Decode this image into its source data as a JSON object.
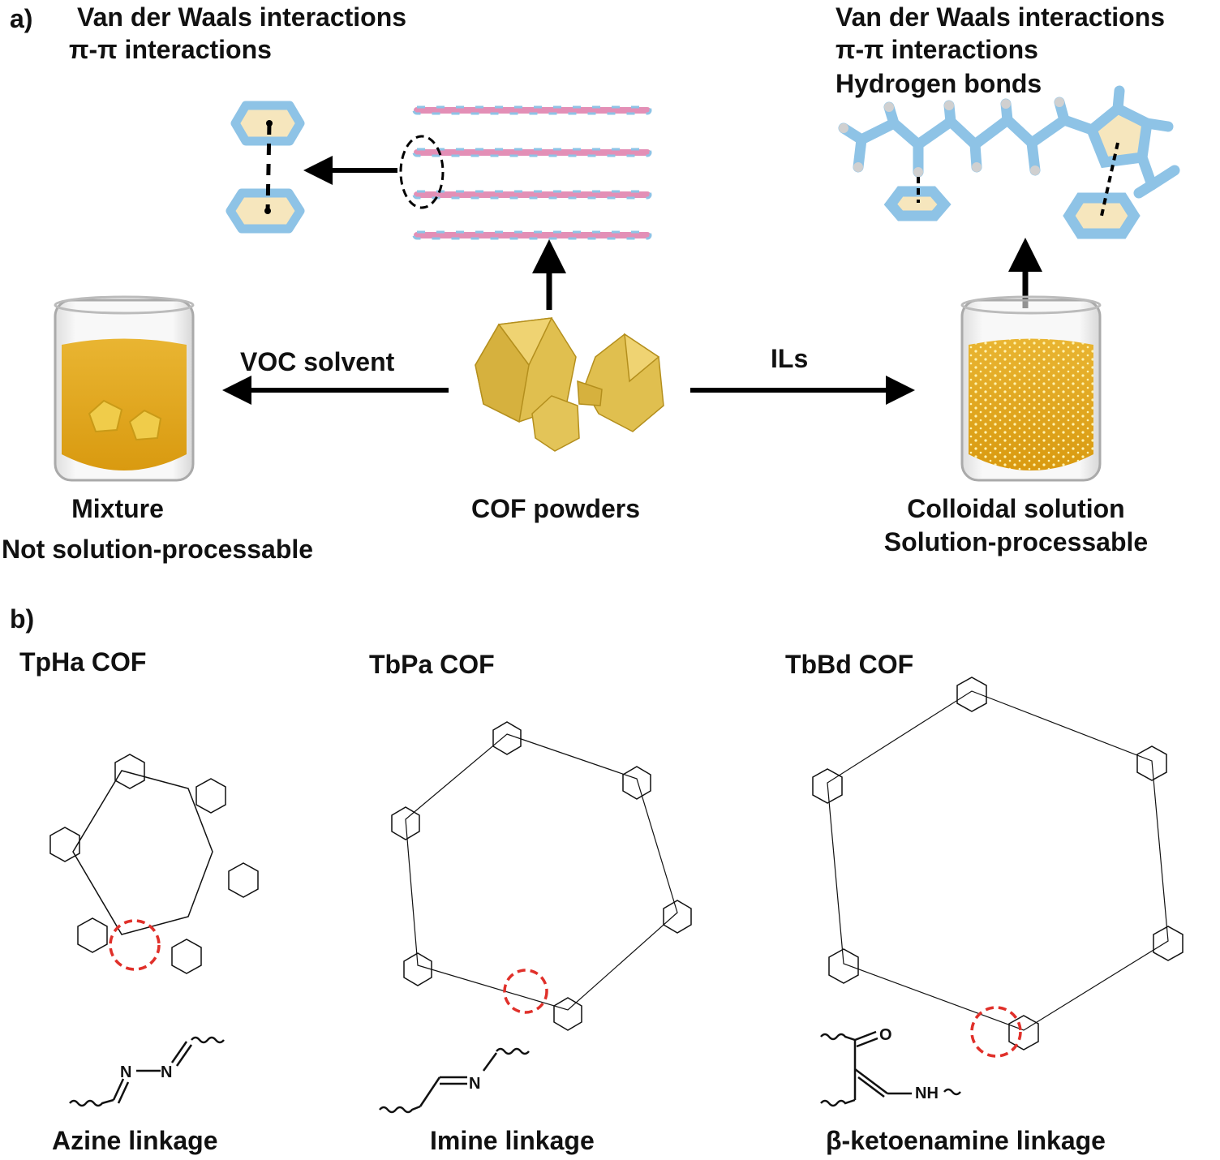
{
  "panel_a": {
    "label": "a)",
    "left_interactions": [
      "Van der Waals interactions",
      "π-π interactions"
    ],
    "right_interactions": [
      "Van der Waals interactions",
      "π-π interactions",
      "Hydrogen bonds"
    ],
    "left_arrow_label": "VOC solvent",
    "right_arrow_label": "ILs",
    "left_caption": [
      "Mixture",
      "Not solution-processable"
    ],
    "center_caption": "COF powders",
    "right_caption": [
      "Colloidal solution",
      "Solution-processable"
    ]
  },
  "panel_b": {
    "label": "b)",
    "cofs": [
      {
        "name": "TpHa COF",
        "linkage": "Azine linkage",
        "atom_labels": [
          "N",
          "N"
        ]
      },
      {
        "name": "TbPa COF",
        "linkage": "Imine linkage",
        "atom_labels": [
          "N"
        ]
      },
      {
        "name": "TbBd COF",
        "linkage": "β-ketoenamine linkage",
        "atom_labels": [
          "O",
          "NH"
        ]
      }
    ]
  },
  "colors": {
    "ring_blue": "#8ec3e6",
    "ring_fill": "#f6e6bd",
    "layer_pink": "#e38fb6",
    "powder_gold": "#e0bf4f",
    "liquid_gold": "#e3ad1f",
    "highlight_red": "#e0302a"
  }
}
